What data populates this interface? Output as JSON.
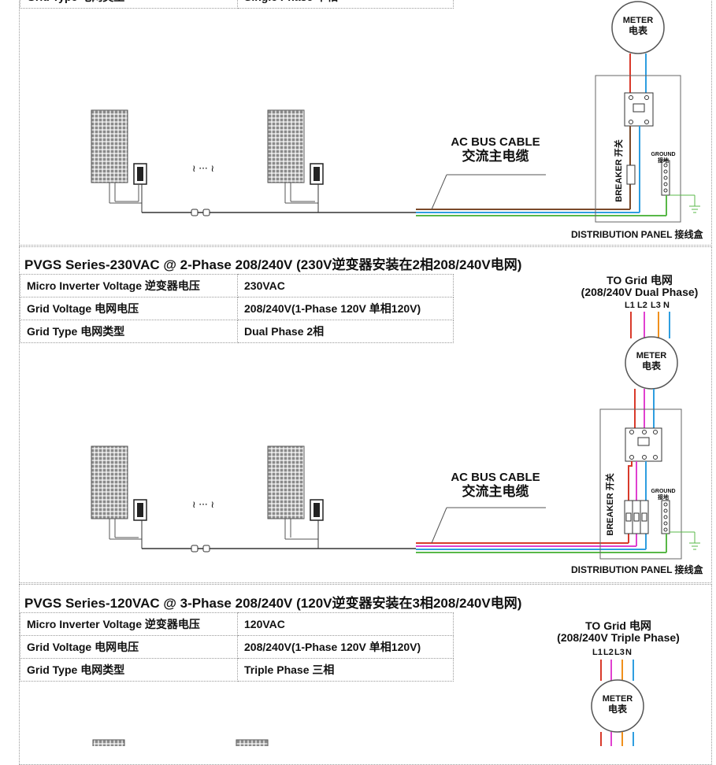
{
  "sections": [
    {
      "title": "",
      "specs": [
        {
          "key": "Grid Type 电网类型",
          "value": "Single Phase 单相"
        }
      ],
      "grid": {
        "title": "",
        "subtitle": "",
        "lines": []
      },
      "meter": {
        "en": "METER",
        "cn": "电表"
      },
      "cable": {
        "en": "AC BUS CABLE",
        "cn": "交流主电缆"
      },
      "breaker": "BREAKER 开关",
      "ground": {
        "en": "GROUND",
        "cn": "接地"
      },
      "panel": "DISTRIBUTION PANEL 接线盒"
    },
    {
      "title": "PVGS Series-230VAC @ 2-Phase 208/240V (230V逆变器安装在2相208/240V电网)",
      "specs": [
        {
          "key": "Micro Inverter Voltage 逆变器电压",
          "value": "230VAC"
        },
        {
          "key": "Grid  Voltage 电网电压",
          "value": "208/240V(1-Phase 120V 单相120V)"
        },
        {
          "key": "Grid Type 电网类型",
          "value": "Dual Phase 2相"
        }
      ],
      "grid": {
        "title": "TO Grid 电网",
        "subtitle": "(208/240V Dual Phase)",
        "lines": [
          "L1",
          "L2",
          "L3",
          "N"
        ]
      },
      "meter": {
        "en": "METER",
        "cn": "电表"
      },
      "cable": {
        "en": "AC BUS CABLE",
        "cn": "交流主电缆"
      },
      "breaker": "BREAKER 开关",
      "ground": {
        "en": "GROUND",
        "cn": "接地"
      },
      "panel": "DISTRIBUTION PANEL 接线盒"
    },
    {
      "title": "PVGS Series-120VAC @ 3-Phase 208/240V (120V逆变器安装在3相208/240V电网)",
      "specs": [
        {
          "key": "Micro Inverter Voltage 逆变器电压",
          "value": "120VAC"
        },
        {
          "key": "Grid  Voltage 电网电压",
          "value": "208/240V(1-Phase 120V 单相120V)"
        },
        {
          "key": "Grid Type 电网类型",
          "value": "Triple Phase 三相"
        }
      ],
      "grid": {
        "title": "TO Grid 电网",
        "subtitle": "(208/240V Triple Phase)",
        "lines": [
          "L1",
          "L2",
          "L3",
          "N"
        ]
      },
      "meter": {
        "en": "METER",
        "cn": "电表"
      }
    }
  ],
  "colors": {
    "red": "#d93a2b",
    "blue": "#2f9ee0",
    "magenta": "#e040d0",
    "orange": "#f0901c",
    "green": "#58b848",
    "brown": "#7a4a2a",
    "wire": "#333333"
  }
}
